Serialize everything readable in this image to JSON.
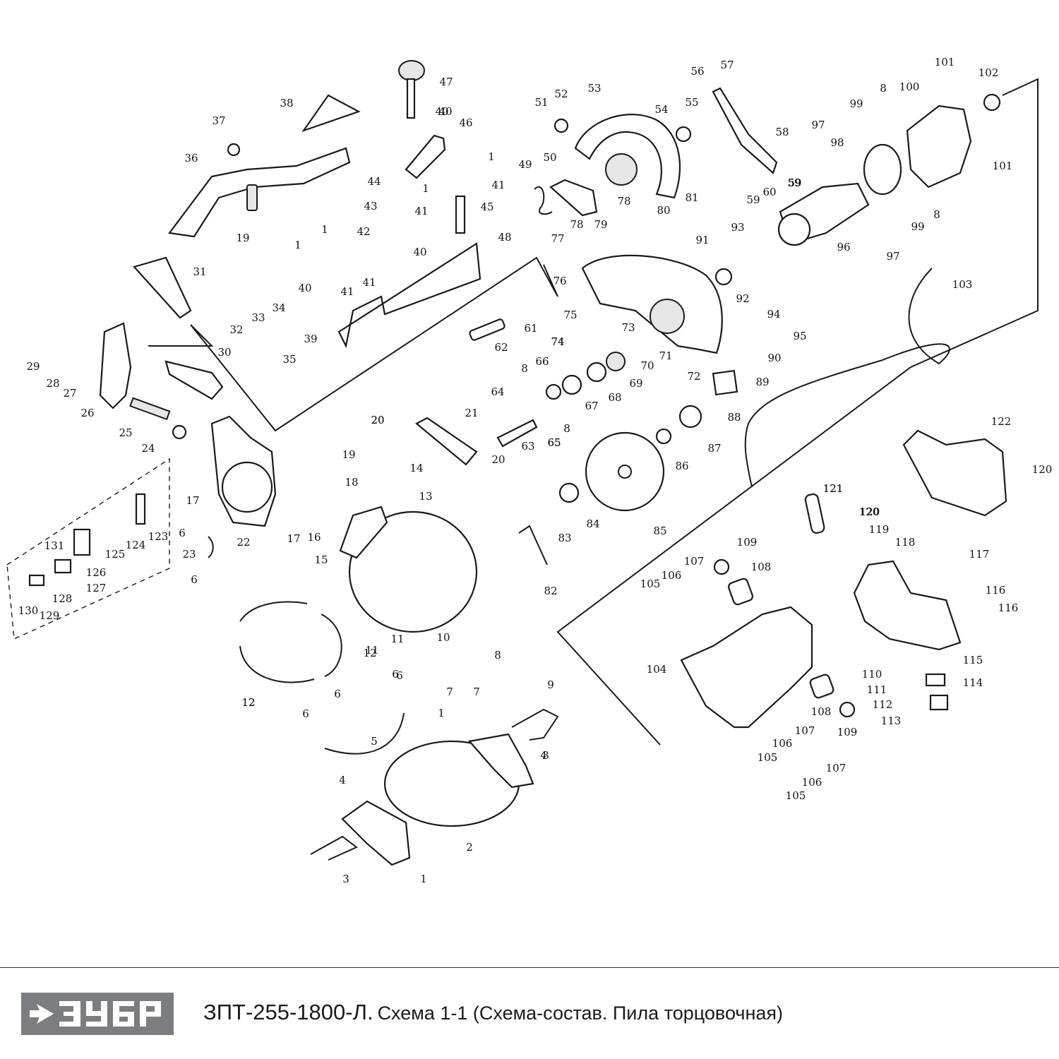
{
  "footer": {
    "brand": "ЗУБР",
    "model": "ЗПТ-255-1800-Л.",
    "description": "Схема 1-1 (Схема-состав. Пила торцовочная)"
  },
  "callouts": [
    "1",
    "2",
    "3",
    "4",
    "5",
    "6",
    "7",
    "8",
    "9",
    "10",
    "11",
    "12",
    "13",
    "14",
    "15",
    "16",
    "17",
    "18",
    "19",
    "20",
    "21",
    "22",
    "23",
    "24",
    "25",
    "26",
    "27",
    "28",
    "29",
    "30",
    "31",
    "32",
    "33",
    "34",
    "35",
    "36",
    "37",
    "38",
    "39",
    "40",
    "41",
    "42",
    "43",
    "44",
    "45",
    "46",
    "47",
    "48",
    "49",
    "50",
    "51",
    "52",
    "53",
    "54",
    "55",
    "56",
    "57",
    "58",
    "59",
    "60",
    "61",
    "62",
    "63",
    "64",
    "65",
    "66",
    "67",
    "68",
    "69",
    "70",
    "71",
    "72",
    "73",
    "74",
    "75",
    "76",
    "77",
    "78",
    "79",
    "80",
    "81",
    "82",
    "83",
    "84",
    "85",
    "86",
    "87",
    "88",
    "89",
    "90",
    "91",
    "92",
    "93",
    "94",
    "95",
    "96",
    "97",
    "98",
    "99",
    "100",
    "101",
    "102",
    "103",
    "104",
    "105",
    "106",
    "107",
    "108",
    "109",
    "110",
    "111",
    "112",
    "113",
    "114",
    "115",
    "116",
    "117",
    "118",
    "119",
    "120",
    "121",
    "122",
    "123",
    "124",
    "125",
    "126",
    "127",
    "128",
    "129",
    "130",
    "131"
  ]
}
